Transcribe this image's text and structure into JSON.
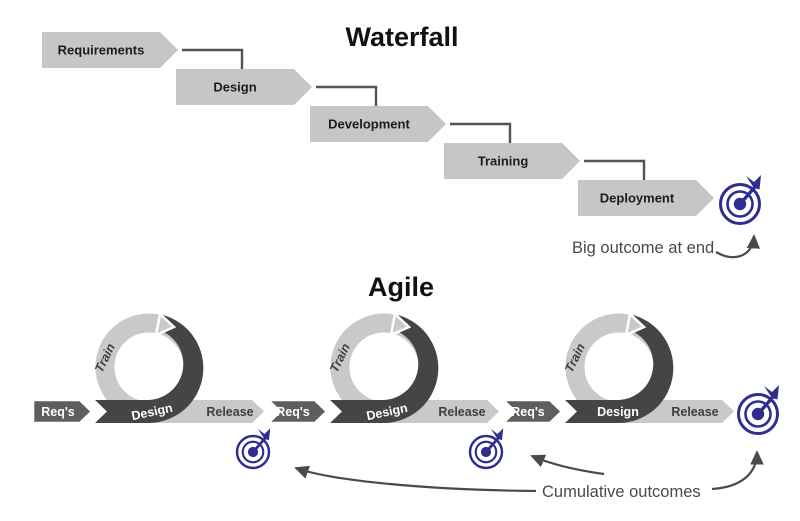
{
  "colors": {
    "light-gray": "#c9c9c9",
    "dark-gray": "#454545",
    "mid-gray": "#5e5e5e",
    "box-gray": "#c6c6c6",
    "navy": "#2f2d90",
    "arrow": "#4a4a4a",
    "connector": "#545454"
  },
  "waterfall": {
    "title": "Waterfall",
    "stages": [
      "Requirements",
      "Design",
      "Development",
      "Training",
      "Deployment"
    ],
    "annotation": "Big outcome at end"
  },
  "agile": {
    "title": "Agile",
    "annotation": "Cumulative outcomes",
    "cycles": [
      {
        "req": "Req's",
        "design": "Design",
        "train": "Train",
        "release": "Release"
      },
      {
        "req": "Req's",
        "design": "Design",
        "train": "Train",
        "release": "Release"
      },
      {
        "req": "Req's",
        "design": "Design",
        "train": "Train",
        "release": "Release"
      }
    ]
  }
}
